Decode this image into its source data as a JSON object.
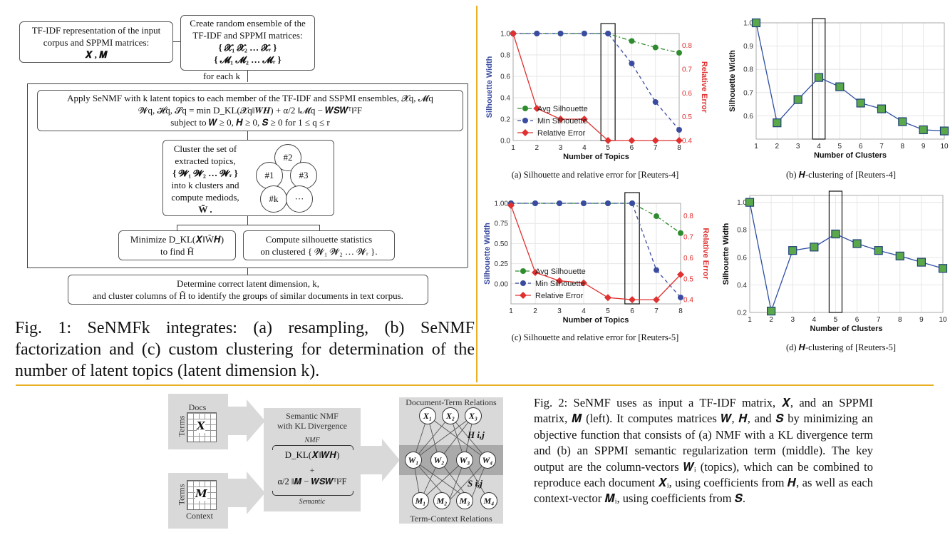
{
  "fig1": {
    "box_input": [
      "TF-IDF representation of the input",
      "corpus and SPPMI matrices:",
      "𝑿 , 𝑴"
    ],
    "box_ensemble": [
      "Create random ensemble of the",
      "TF-IDF and SPPMI matrices:",
      "{ 𝓧₁  𝓧₂  …  𝓧ᵣ }",
      "{ 𝓜₁  𝓜₂  …  𝓜ᵣ }"
    ],
    "for_each": "for each k",
    "box_senmf": [
      "Apply SeNMF with k latent topics to each member of the TF-IDF and SSPMI ensembles, 𝓧q, 𝓜q",
      "𝓦q, 𝓗q, 𝓢q = min D_KL(𝓧q‖𝑾𝑯) + α/2 ‖𝓜q − 𝑾𝑺𝑾ᵀ‖²F",
      "subject to 𝑾 ≥ 0, 𝑯 ≥ 0, 𝑺 ≥ 0 for 1 ≤ q ≤ r"
    ],
    "box_cluster": [
      "Cluster the set of",
      "extracted topics,",
      "{ 𝓦₁  𝓦₂  …  𝓦ᵣ }",
      "into k clusters and",
      "compute mediods,",
      "W̃ ."
    ],
    "cluster_nodes": [
      "#2",
      "#1",
      "#3",
      "#k",
      "···"
    ],
    "box_minimize": [
      "Minimize D_KL(𝑿‖W̃𝑯)",
      "to find H̃"
    ],
    "box_silhouette": [
      "Compute silhouette statistics",
      "on clustered { 𝓦₁  𝓦₂  …  𝓦ᵣ }."
    ],
    "box_determine": [
      "Determine correct latent dimension, k,",
      "and cluster columns of H̃ to identify the groups of similar documents in text corpus."
    ],
    "caption": "Fig. 1: SeNMFk integrates: (a) resampling, (b) SeNMF factorization and (c) custom clustering for determination of the number of latent topics (latent dimension k)."
  },
  "chart_data": [
    {
      "id": "a",
      "type": "line",
      "caption": "(a) Silhouette and relative error for [Reuters-4]",
      "x": [
        1,
        2,
        3,
        4,
        5,
        6,
        7,
        8
      ],
      "xlabel": "Number of Topics",
      "ylabel": "Silhouette Width",
      "ylabel_right": "Relative Error",
      "ylim": [
        0.0,
        1.0
      ],
      "yticks": [
        "0.0",
        "0.2",
        "0.4",
        "0.6",
        "0.8",
        "1.0"
      ],
      "ylim_right": [
        0.4,
        0.85
      ],
      "yticks_right": [
        "0.4",
        "0.5",
        "0.6",
        "0.7",
        "0.8"
      ],
      "series": [
        {
          "name": "Avg Silhouette",
          "axis": "left",
          "color": "#2e8b2e",
          "dash": "6,3,2,3",
          "marker": "circle",
          "values": [
            1.0,
            1.0,
            1.0,
            1.0,
            1.0,
            0.93,
            0.87,
            0.82
          ]
        },
        {
          "name": "Min Silhouette",
          "axis": "left",
          "color": "#3a4ba0",
          "dash": "5,4",
          "marker": "circle",
          "values": [
            1.0,
            1.0,
            1.0,
            1.0,
            1.0,
            0.72,
            0.36,
            0.1
          ]
        },
        {
          "name": "Relative Error",
          "axis": "right",
          "color": "#e03030",
          "dash": "",
          "marker": "diamond",
          "values": [
            0.85,
            0.535,
            0.49,
            0.49,
            0.4,
            0.4,
            0.4,
            0.4
          ]
        }
      ],
      "highlight_x": 5,
      "legend": "lower-left"
    },
    {
      "id": "b",
      "type": "line",
      "caption": "(b) 𝑯-clustering of [Reuters-4]",
      "x": [
        1,
        2,
        3,
        4,
        5,
        6,
        7,
        8,
        9,
        10
      ],
      "xlabel": "Number of Clusters",
      "ylabel": "Silhouette Width",
      "ylim": [
        0.5,
        1.0
      ],
      "yticks": [
        "0.6",
        "0.7",
        "0.8",
        "0.9",
        "1.0"
      ],
      "series": [
        {
          "name": "",
          "axis": "left",
          "color": "#2f4fa3",
          "marker": "square",
          "values": [
            1.0,
            0.57,
            0.67,
            0.765,
            0.725,
            0.655,
            0.63,
            0.575,
            0.54,
            0.535
          ]
        }
      ],
      "highlight_x": 4
    },
    {
      "id": "c",
      "type": "line",
      "caption": "(c) Silhouette and relative error for [Reuters-5]",
      "x": [
        1,
        2,
        3,
        4,
        5,
        6,
        7,
        8
      ],
      "xlabel": "Number of Topics",
      "ylabel": "Silhouette Width",
      "ylabel_right": "Relative Error",
      "ylim": [
        -0.25,
        1.0
      ],
      "yticks": [
        "0.00",
        "0.25",
        "0.50",
        "0.75",
        "1.00"
      ],
      "ylim_right": [
        0.38,
        0.86
      ],
      "yticks_right": [
        "0.4",
        "0.5",
        "0.6",
        "0.7",
        "0.8"
      ],
      "series": [
        {
          "name": "Avg Silhouette",
          "axis": "left",
          "color": "#2e8b2e",
          "dash": "6,3,2,3",
          "marker": "circle",
          "values": [
            1.0,
            1.0,
            1.0,
            1.0,
            1.0,
            1.0,
            0.84,
            0.63
          ]
        },
        {
          "name": "Min Silhouette",
          "axis": "left",
          "color": "#3a4ba0",
          "dash": "5,4",
          "marker": "circle",
          "values": [
            1.0,
            1.0,
            1.0,
            1.0,
            1.0,
            1.0,
            0.17,
            -0.17
          ]
        },
        {
          "name": "Relative Error",
          "axis": "right",
          "color": "#e03030",
          "dash": "",
          "marker": "diamond",
          "values": [
            0.85,
            0.53,
            0.49,
            0.48,
            0.41,
            0.4,
            0.4,
            0.52
          ]
        }
      ],
      "highlight_x": 6,
      "legend": "lower-left"
    },
    {
      "id": "d",
      "type": "line",
      "caption": "(d) 𝑯-clustering of [Reuters-5]",
      "x": [
        1,
        2,
        3,
        4,
        5,
        6,
        7,
        8,
        9,
        10
      ],
      "xlabel": "Number of Clusters",
      "ylabel": "Silhouette Width",
      "ylim": [
        0.2,
        1.05
      ],
      "yticks": [
        "0.2",
        "0.4",
        "0.6",
        "0.8",
        "1.0"
      ],
      "series": [
        {
          "name": "",
          "axis": "left",
          "color": "#2f4fa3",
          "marker": "square",
          "values": [
            1.0,
            0.21,
            0.65,
            0.675,
            0.77,
            0.7,
            0.65,
            0.61,
            0.565,
            0.52
          ]
        }
      ],
      "highlight_x": 5
    }
  ],
  "fig2": {
    "docs_label": "Docs",
    "terms_label": "Terms",
    "x_label": "𝑿",
    "m_label": "𝑴",
    "context_label": "Context",
    "mid_title": [
      "Semantic NMF",
      "with KL Divergence"
    ],
    "nmf_label": "NMF",
    "nmf_term": "D_KL(𝑿‖𝑾𝑯)",
    "plus": "+",
    "sem_term": "α/2 ‖𝑴 − 𝑾𝑺𝑾ᵀ‖²F",
    "semantic_label": "Semantic",
    "dt_title": "Document-Term Relations",
    "tc_title": "Term-Context Relations",
    "x_nodes": [
      "X₁",
      "X₂",
      "X₃"
    ],
    "w_nodes": [
      "W₁",
      "W₂",
      "W₃",
      "W₄"
    ],
    "m_nodes": [
      "M₁",
      "M₂",
      "M₃",
      "M₄"
    ],
    "h_label": "H i,j",
    "s_label": "S i,j",
    "caption": "Fig. 2: SeNMF uses as input a TF-IDF matrix, 𝑿, and an SPPMI matrix, 𝑴 (left). It computes matrices 𝑾, 𝑯, and 𝑺 by minimizing an objective function that consists of (a) NMF with a KL divergence term and (b) an SPPMI semantic regularization term (middle). The key output are the column-vectors 𝑾ᵢ (topics), which can be combined to reproduce each document 𝑿ᵢ, using coefficients from 𝑯, as well as each context-vector 𝑴ᵢ, using coefficients from 𝑺."
  },
  "colors": {
    "divider": "#e8b020",
    "avg": "#2e8b2e",
    "min": "#3a4ba0",
    "err": "#e03030",
    "square_fill": "#5aa84a",
    "square_line": "#2f4fa3"
  }
}
